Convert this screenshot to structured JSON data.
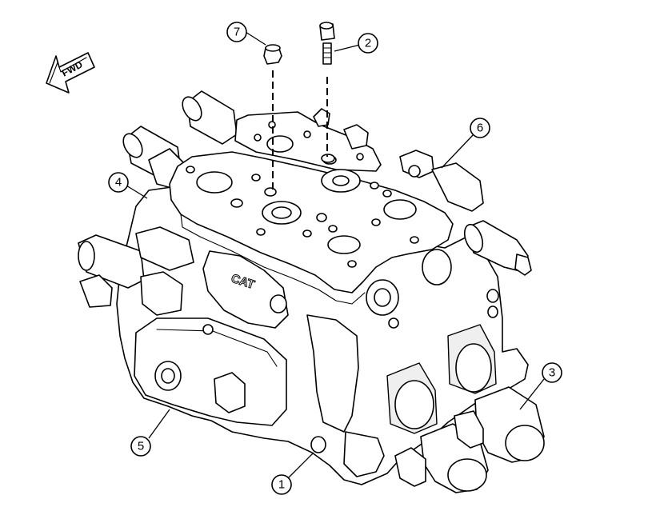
{
  "diagram": {
    "orientation_label": "FWD",
    "brand_mark": "CAT",
    "callouts": [
      "1",
      "2",
      "3",
      "4",
      "5",
      "6",
      "7"
    ]
  }
}
